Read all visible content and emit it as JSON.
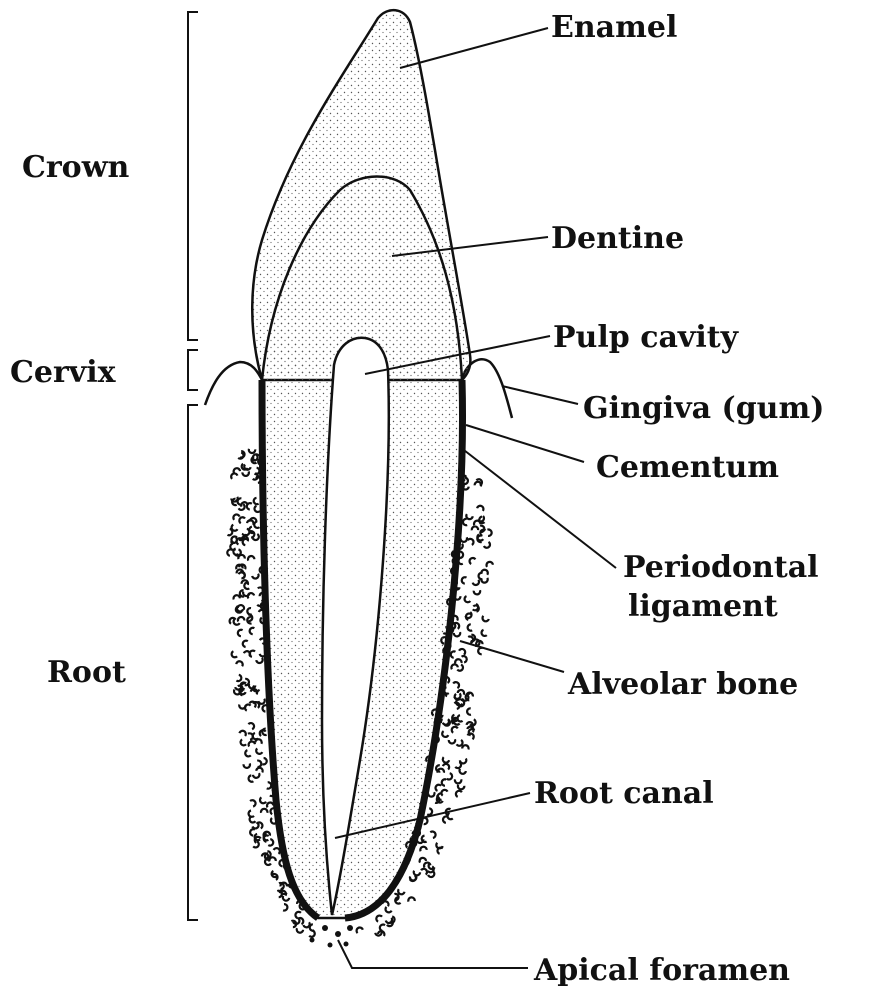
{
  "diagram": {
    "regions": {
      "crown": "Crown",
      "cervix": "Cervix",
      "root": "Root"
    },
    "labels": {
      "enamel": "Enamel",
      "dentine": "Dentine",
      "pulp_cavity": "Pulp cavity",
      "gingiva": "Gingiva (gum)",
      "cementum": "Cementum",
      "periodontal_1": "Periodontal",
      "periodontal_2": "ligament",
      "alveolar_bone": "Alveolar bone",
      "root_canal": "Root canal",
      "apical_foramen": "Apical foramen"
    },
    "colors": {
      "ink": "#111111",
      "background": "#ffffff",
      "enamel_fill": "#f2f2f2",
      "dentine_fill": "#fafafa"
    }
  }
}
